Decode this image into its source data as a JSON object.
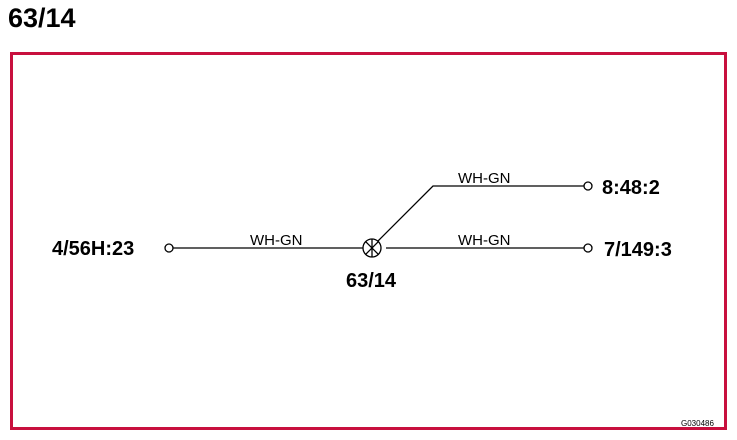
{
  "title": "63/14",
  "colors": {
    "frame": "#c8103e",
    "line": "#000000"
  },
  "diagram": {
    "left_terminal": "4/56H:23",
    "upper_right_terminal": "8:48:2",
    "lower_right_terminal": "7/149:3",
    "splice_label": "63/14",
    "wire_left": "WH-GN",
    "wire_upper_right": "WH-GN",
    "wire_lower_right": "WH-GN",
    "figure_id": "G030486"
  }
}
